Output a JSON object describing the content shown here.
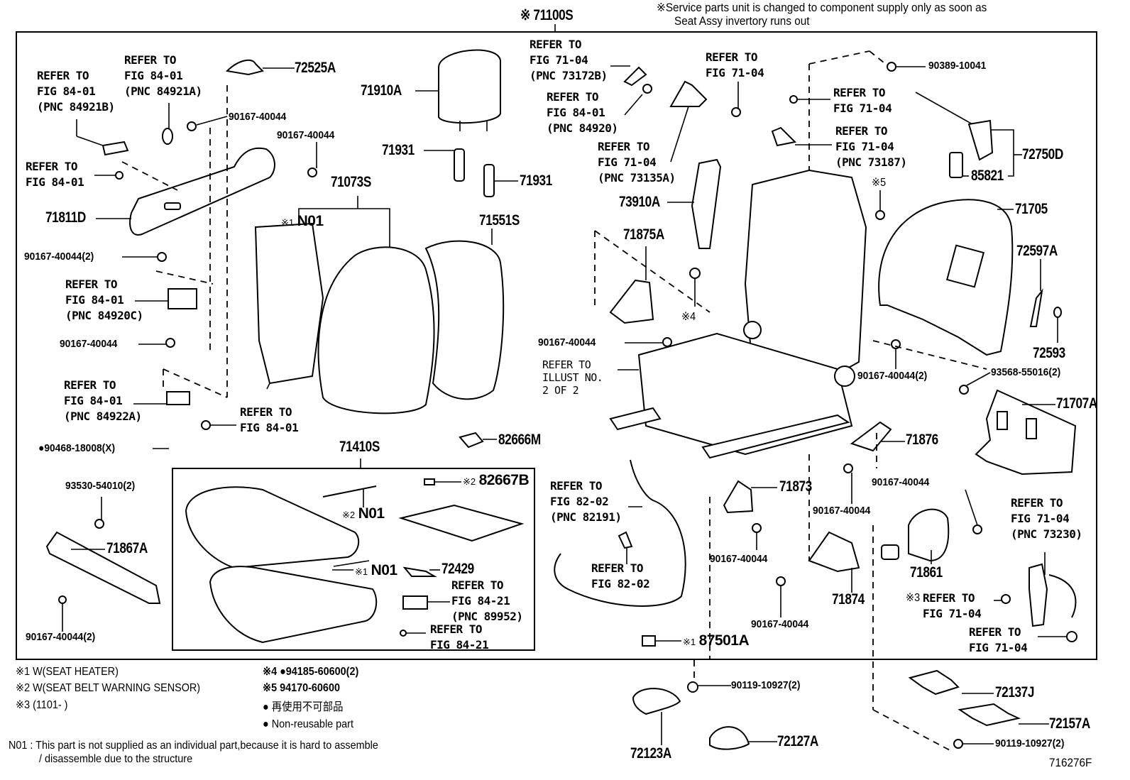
{
  "header": {
    "assembly_mark": "※",
    "assembly_part": "71100S",
    "service_note_line1": "※Service parts unit is changed to component supply only as soon as",
    "service_note_line2": "Seat Assy invertory runs out"
  },
  "callouts": {
    "ref_84921b": "REFER TO\nFIG 84-01\n(PNC 84921B)",
    "ref_84921a": "REFER TO\nFIG 84-01\n(PNC 84921A)",
    "p72525a": "72525A",
    "p90167_a": "90167-40044",
    "p90167_b": "90167-40044",
    "ref_8401_left": "REFER TO\nFIG 84-01",
    "p71811d": "71811D",
    "p90167_2_left": "90167-40044(2)",
    "ref_84920c": "REFER TO\nFIG 84-01\n(PNC 84920C)",
    "p90167_c": "90167-40044",
    "ref_84922a": "REFER TO\nFIG 84-01\n(PNC 84922A)",
    "ref_8401_bolt": "REFER TO\nFIG 84-01",
    "p90468": "●90468-18008(X)",
    "p71910a": "71910A",
    "p71931_a": "71931",
    "p71931_b": "71931",
    "p71073s": "71073S",
    "n01_mark1": "※1",
    "n01_a": "N01",
    "p71551s": "71551S",
    "ref_73172b": "REFER TO\nFIG 71-04\n(PNC 73172B)",
    "ref_84920": "REFER TO\nFIG 84-01\n(PNC 84920)",
    "ref_73135a": "REFER TO\nFIG 71-04\n(PNC 73135A)",
    "ref_7104_top": "REFER TO\nFIG 71-04",
    "ref_7104_nut": "REFER TO\nFIG 71-04",
    "ref_73187": "REFER TO\nFIG 71-04\n(PNC 73187)",
    "p90389": "90389-10041",
    "p72750d": "72750D",
    "p85821": "85821",
    "p73910a": "73910A",
    "mark5": "※5",
    "p71705": "71705",
    "p71875a": "71875A",
    "mark4": "※4",
    "p72597a": "72597A",
    "p90167_d": "90167-40044",
    "ref_illust": "REFER TO\nILLUST NO.\n2 OF 2",
    "p72593": "72593",
    "p90167_2_right": "90167-40044(2)",
    "p93568": "93568-55016(2)",
    "p71707a": "71707A",
    "p71876": "71876",
    "p82666m": "82666M",
    "p71410s": "71410S",
    "p82667b_mark": "※2",
    "p82667b": "82667B",
    "n01_mark2": "※2",
    "n01_b": "N01",
    "n01_mark1b": "※1",
    "n01_c": "N01",
    "p72429": "72429",
    "ref_89952": "REFER TO\nFIG 84-21\n(PNC 89952)",
    "ref_8421": "REFER TO\nFIG 84-21",
    "p93530": "93530-54010(2)",
    "p71867a": "71867A",
    "p90167_2_bottom": "90167-40044(2)",
    "ref_82191": "REFER TO\nFIG 82-02\n(PNC 82191)",
    "ref_8202": "REFER TO\nFIG 82-02",
    "p87501a_mark": "※1",
    "p87501a": "87501A",
    "p71873": "71873",
    "p90167_e": "90167-40044",
    "p90167_f": "90167-40044",
    "p71874": "71874",
    "p90167_g": "90167-40044",
    "p90167_h": "90167-40044",
    "p71861": "71861",
    "ref_73230": "REFER TO\nFIG 71-04\n(PNC 73230)",
    "mark3": "※3",
    "ref_7104_m3": "REFER TO\nFIG 71-04",
    "ref_7104_belt": "REFER TO\nFIG 71-04",
    "p90119_a": "90119-10927(2)",
    "p72123a": "72123A",
    "p72127a": "72127A",
    "p72137j": "72137J",
    "p72157a": "72157A",
    "p90119_b": "90119-10927(2)"
  },
  "legend": {
    "n1": "※1 W(SEAT HEATER)",
    "n2": "※2 W(SEAT BELT WARNING SENSOR)",
    "n3": "※3 (1101-      )",
    "n4": "※4 ●94185-60600(2)",
    "n5": "※5 94170-60600",
    "jp": "● 再使用不可部品",
    "en": "● Non-reusable part",
    "n01_line1": "N01 : This part is not supplied as an individual part,because it is hard to assemble",
    "n01_line2": "/ disassemble  due to the structure"
  },
  "figure_id": "716276F"
}
